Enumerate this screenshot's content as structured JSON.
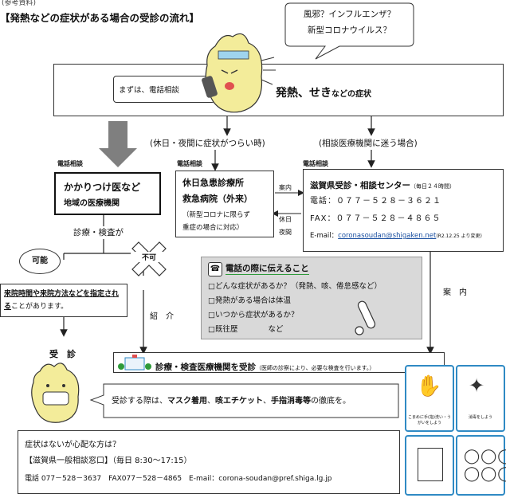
{
  "header": {
    "ref_label": "(参考資料)",
    "title": "【発熱などの症状がある場合の受診の流れ】"
  },
  "speech_bubble": {
    "line1": "風邪？インフルエンザ？",
    "line2": "新型コロナウイルス？"
  },
  "top_box": {
    "call_first": "まずは、電話相談",
    "symptoms_main": "発熱、せき",
    "symptoms_suffix": "などの症状"
  },
  "branches": {
    "holiday_night": "(休日・夜間に症状がつらい時)",
    "unsure": "(相談医療機関に迷う場合)"
  },
  "phone_labels": [
    "電話相談",
    "電話相談",
    "電話相談"
  ],
  "family_doctor": {
    "line1": "かかりつけ医など",
    "line2": "地域の医療機関"
  },
  "emergency": {
    "line1": "休日急患診療所",
    "line2": "救急病院（外来）",
    "note1": "（新型コロナに限らず",
    "note2": "重症の場合に対応）"
  },
  "side_labels": {
    "guide": "案内",
    "holiday": "休日",
    "night": "夜間"
  },
  "center": {
    "title": "滋賀県受診・相談センター",
    "hours": "（毎日２４時間）",
    "phone": "電話：０７７－５２８－３６２１",
    "fax": "FAX：０７７－５２８－４８６５",
    "email_label": "E-mail：",
    "email": "coronasoudan@shigaken.net",
    "email_note": "(R2.12.25 より変更)"
  },
  "exam_question": "診療・検査が",
  "possible": "可能",
  "not_possible": "不可",
  "designation": {
    "part1": "来院時間や来院方法などを指定",
    "part2": "される",
    "part3": "ことがあります。"
  },
  "call_notes": {
    "title": "電話の際に伝えること",
    "items": [
      "□どんな症状があるか？（発熱、咳、倦怠感など）",
      "□発熱がある場合は体温",
      "□いつから症状があるか？",
      "□既往歴　　　　など"
    ]
  },
  "intro_label": "紹　介",
  "guide_label": "案　内",
  "consult": "受　診",
  "exam_facility": {
    "main": "診療・検査医療機関を受診",
    "note": "（医師の診察により、必要な検査を行います。）"
  },
  "manners": {
    "prefix": "受診する際は、",
    "mask": "マスク着用",
    "sep1": "、",
    "cough": "咳エチケット",
    "sep2": "、",
    "sanitize": "手指消毒等",
    "suffix": "の徹底を。"
  },
  "general": {
    "question": "症状はないが心配な方は？",
    "office": "【滋賀県一般相談窓口】",
    "hours": "（毎日 8:30〜17:15）",
    "contact": "電話 077－528－3637　FAX077－528－4865　E-mail：corona-soudan@pref.shiga.lg.jp"
  },
  "posters": {
    "wash": "こまめに手(指)洗い・うがいをしよう",
    "disinfect": "消毒をしよう"
  },
  "colors": {
    "dark_arrow": "#7f7f7f",
    "note_bg": "#d9d9d9",
    "poster_border": "#2f8ac4",
    "mascot": "#f3ec9a",
    "green": "#2e9a3a"
  }
}
